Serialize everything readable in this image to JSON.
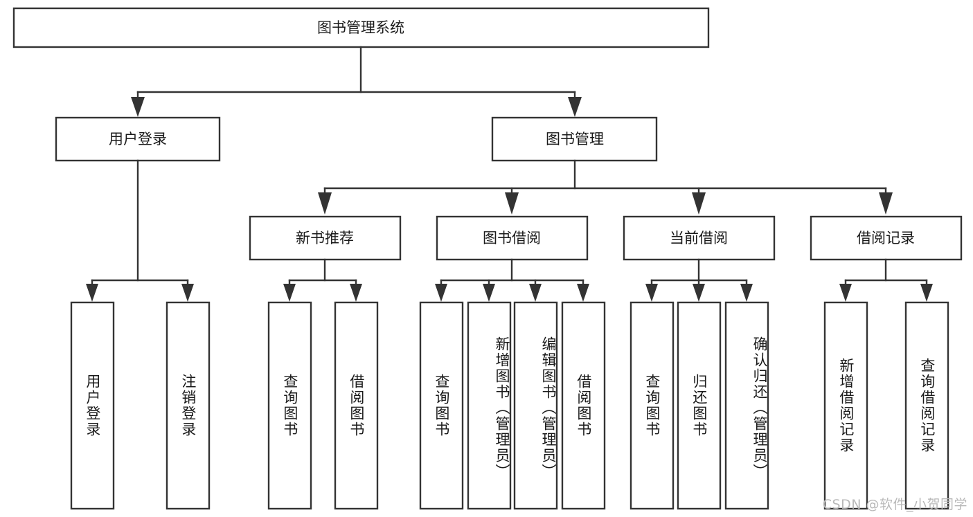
{
  "diagram": {
    "type": "tree",
    "title": "图书管理系统",
    "root": {
      "label": "图书管理系统",
      "orientation": "horizontal"
    },
    "level2": [
      {
        "label": "用户登录"
      },
      {
        "label": "图书管理"
      }
    ],
    "level3": [
      {
        "label": "新书推荐"
      },
      {
        "label": "图书借阅"
      },
      {
        "label": "当前借阅"
      },
      {
        "label": "借阅记录"
      }
    ],
    "leaves": {
      "user_login_children": [
        {
          "label": "用户登录"
        },
        {
          "label": "注销登录"
        }
      ],
      "new_book_children": [
        {
          "label": "查询图书"
        },
        {
          "label": "借阅图书"
        }
      ],
      "borrow_children": [
        {
          "label": "查询图书"
        },
        {
          "label": "新增图书（管理员）"
        },
        {
          "label": "编辑图书（管理员）"
        },
        {
          "label": "借阅图书"
        }
      ],
      "current_borrow_children": [
        {
          "label": "查询图书"
        },
        {
          "label": "归还图书"
        },
        {
          "label": "确认归还（管理员）"
        }
      ],
      "record_children": [
        {
          "label": "新增借阅记录"
        },
        {
          "label": "查询借阅记录"
        }
      ]
    }
  },
  "watermark": {
    "text": "CSDN @软件_小贺同学"
  },
  "colors": {
    "box_stroke": "#333333",
    "box_fill": "#ffffff",
    "text": "#1a1a1a",
    "background": "#ffffff",
    "watermark": "#b9b9b9"
  }
}
